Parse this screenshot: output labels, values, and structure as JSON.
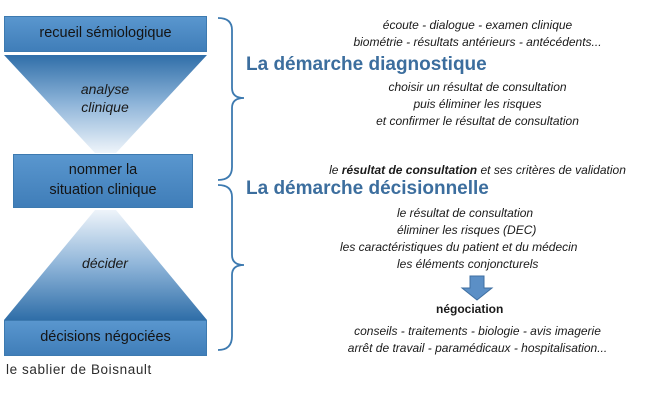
{
  "boxes": {
    "recueil": "recueil sémiologique",
    "nommer_line1": "nommer la",
    "nommer_line2": "situation clinique",
    "decisions": "décisions négociées"
  },
  "funnels": {
    "analyse_line1": "analyse",
    "analyse_line2": "clinique",
    "decider": "décider"
  },
  "caption": "le sablier de Boisnault",
  "diagnostic": {
    "heading": "La démarche diagnostique",
    "top_line1": "écoute - dialogue - examen clinique",
    "top_line2": "biométrie - résultats antérieurs - antécédents...",
    "line1": "choisir un résultat de consultation",
    "line2": "puis éliminer les risques",
    "line3": "et confirmer le résultat de consultation"
  },
  "validation": {
    "prefix": "le ",
    "bold": "résultat de consultation",
    "suffix": " et ses critères de validation"
  },
  "decisional": {
    "heading": "La démarche décisionnelle",
    "line1": "le  résultat de consultation",
    "line2": "éliminer les risques (DEC)",
    "line3": "les caractéristiques du patient et du médecin",
    "line4": "les éléments conjoncturels"
  },
  "negotiation": {
    "label": "négociation",
    "line1": "conseils - traitements - biologie - avis imagerie",
    "line2": "arrêt de travail - paramédicaux - hospitalisation..."
  },
  "colors": {
    "box_fill": "#4d8bc4",
    "funnel_top": "#2f6ea8",
    "funnel_narrow": "#e9f1f8",
    "heading": "#3c6e9e",
    "arrow": "#5b8fc6"
  }
}
